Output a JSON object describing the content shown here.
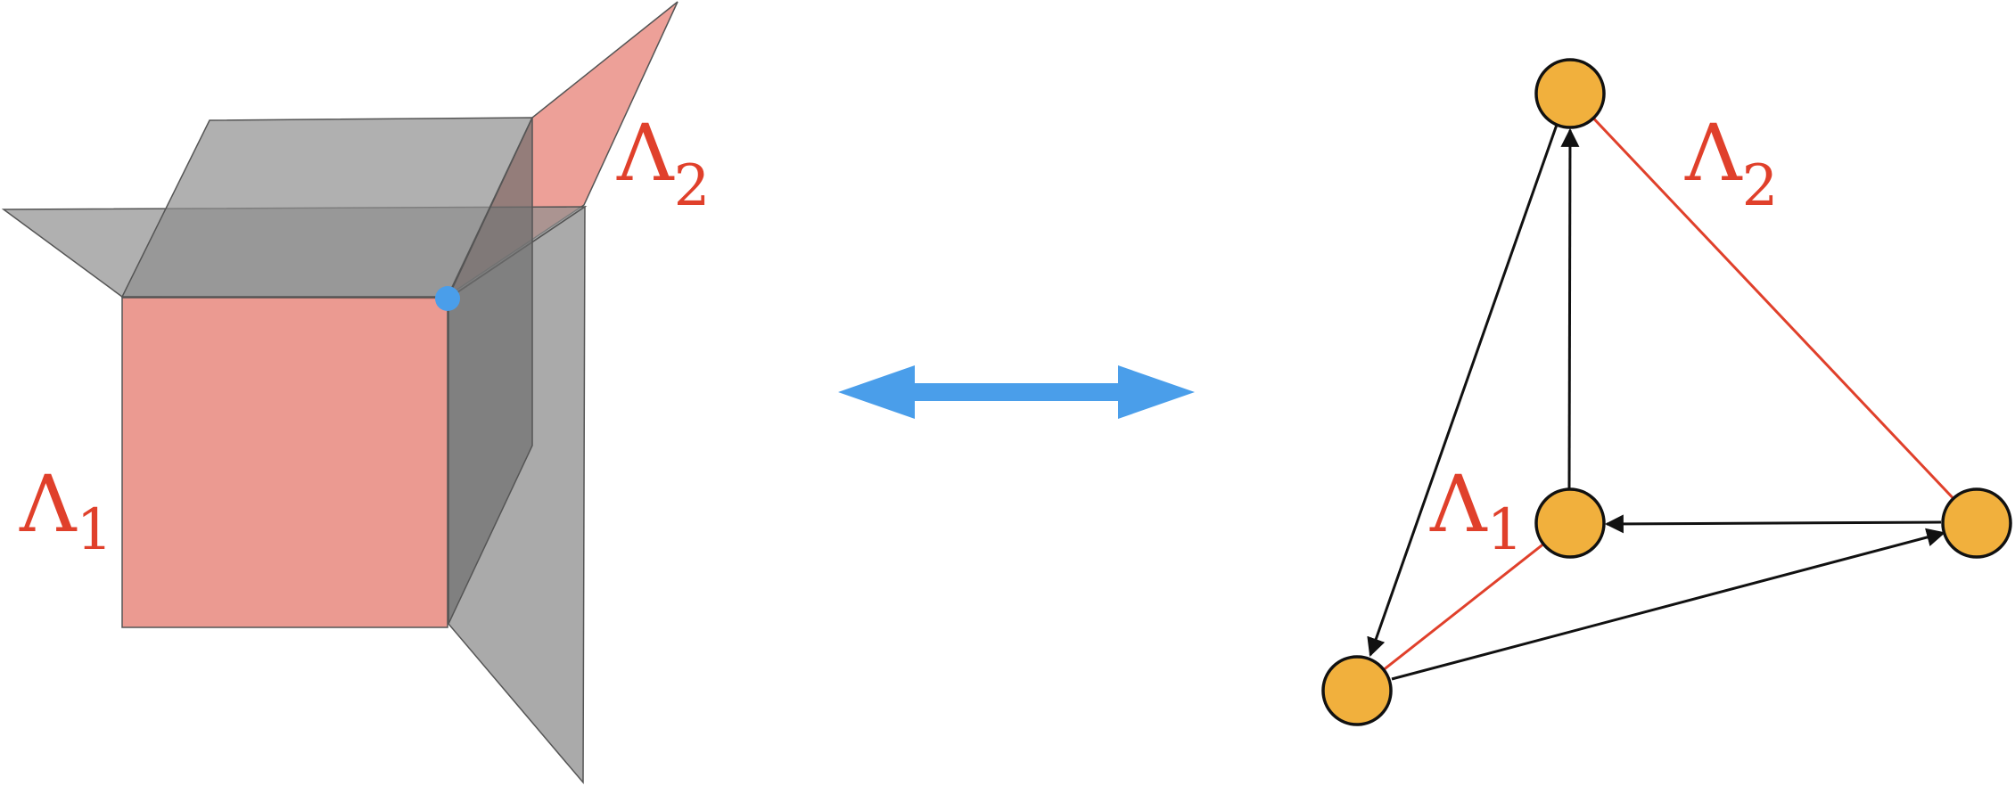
{
  "colors": {
    "red": "#E0402B",
    "red_plane": "#E8887E",
    "gray_plane": "#8E8E8E",
    "gray_dark": "#5E5E5E",
    "blue": "#4A9EEA",
    "node_fill": "#F1B03D",
    "edge": "#111111",
    "red_edge": "#E0402B"
  },
  "left_figure": {
    "lambda1": {
      "symbol": "Λ",
      "subscript": "1"
    },
    "lambda2": {
      "symbol": "Λ",
      "subscript": "2"
    },
    "vertex_point": "blue-dot"
  },
  "arrow": {
    "icon": "double-headed-arrow"
  },
  "right_figure": {
    "lambda1": {
      "symbol": "Λ",
      "subscript": "1"
    },
    "lambda2": {
      "symbol": "Λ",
      "subscript": "2"
    },
    "nodes": [
      "top",
      "center",
      "right",
      "bottom-left"
    ],
    "edges": [
      {
        "from": "top",
        "to": "bottom-left",
        "kind": "arrow"
      },
      {
        "from": "center",
        "to": "top",
        "kind": "arrow"
      },
      {
        "from": "right",
        "to": "center",
        "kind": "arrow"
      },
      {
        "from": "bottom-left",
        "to": "right",
        "kind": "arrow"
      },
      {
        "from": "top",
        "to": "right",
        "kind": "red-line"
      },
      {
        "from": "center",
        "to": "bottom-left",
        "kind": "red-line"
      }
    ]
  }
}
